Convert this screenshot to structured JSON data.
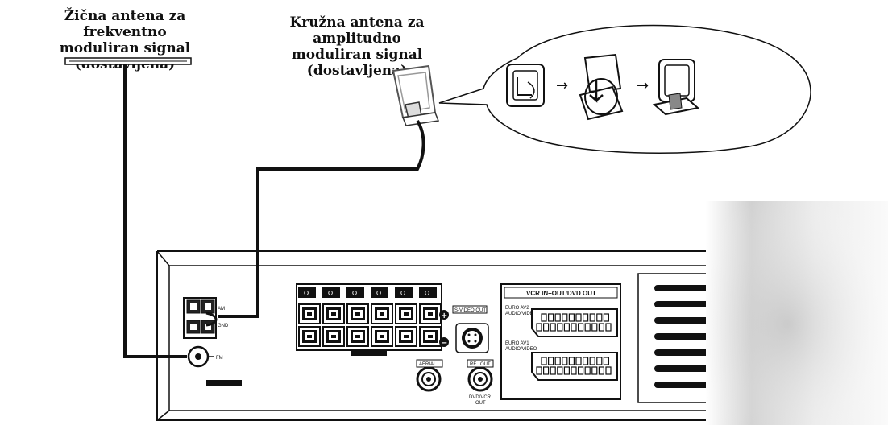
{
  "captions": {
    "fm_antenna": [
      "Žična antena  za frekventno",
      "moduliran signal (dostavljena)"
    ],
    "am_antenna": [
      "Kružna antena za amplitudno",
      "moduliran signal (dostavljena)"
    ]
  },
  "antenna_terminals": {
    "am": "AM",
    "gnd": "GND",
    "fm": "FM"
  },
  "speaker_terminals": {
    "impedance_symbol": "Ω",
    "plus": "+",
    "minus": "−"
  },
  "video": {
    "s_video_out": "S-VIDEO OUT",
    "aerial": "AERIAL",
    "rf_out": "RF . OUT",
    "dvd_vcr_out": [
      "DVD/VCR",
      "OUT"
    ]
  },
  "scart": {
    "title": "VCR IN+OUT/DVD OUT",
    "euro_av2": [
      "EURO AV2",
      "AUDIO/VIDEO"
    ],
    "euro_av1": [
      "EURO AV1",
      "AUDIO/VIDEO"
    ]
  },
  "arrows": [
    "→",
    "→"
  ]
}
